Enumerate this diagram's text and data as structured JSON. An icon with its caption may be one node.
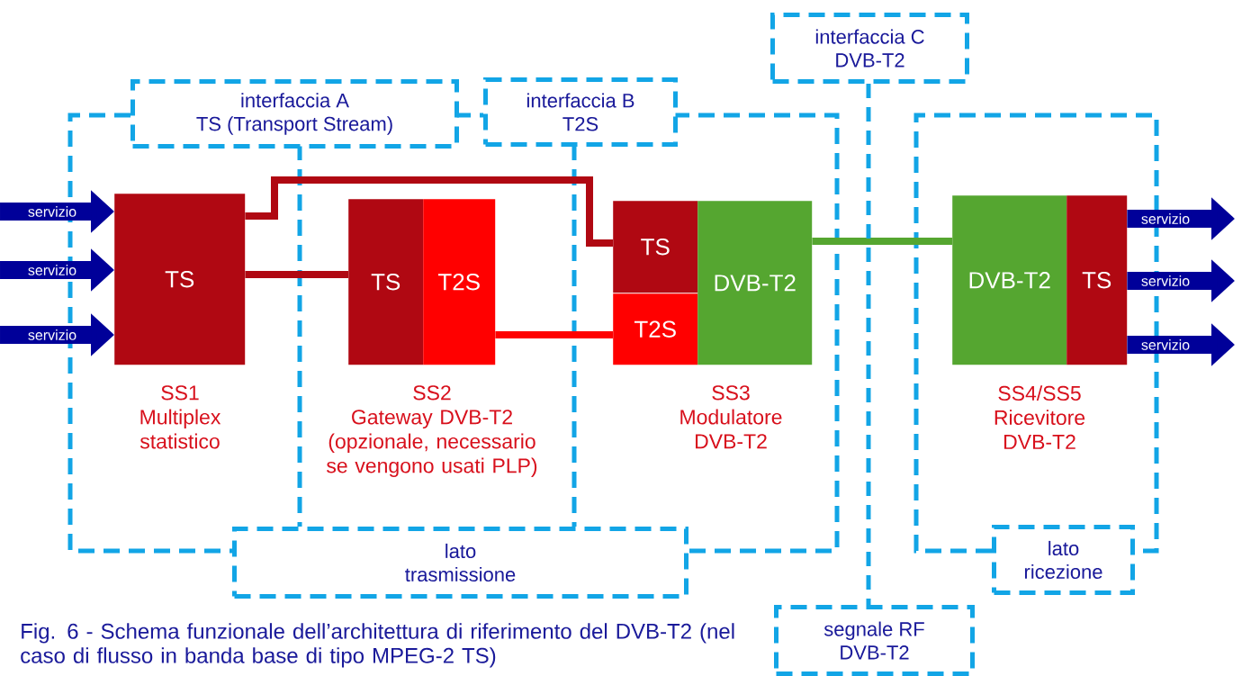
{
  "diagram": {
    "caption": "Fig. 6 - Schema funzionale dell’architettura di riferimento del DVB-T2 (nel caso di flusso in banda base di tipo MPEG-2 TS)",
    "nodes": [
      {
        "text": [
          "interfaccia A",
          "TS (Transport Stream)"
        ]
      },
      {
        "text": [
          "interfaccia B",
          "T2S"
        ]
      },
      {
        "text": [
          "interfaccia C",
          "DVB-T2"
        ]
      },
      {
        "text": [
          "TS"
        ],
        "beside": [
          "SS1",
          "Multiplex statistico"
        ]
      },
      {
        "text": [
          "TS"
        ],
        "beside": [
          "SS2",
          "Gateway DVB-T2",
          "(opzionale, necessario se vengono usati PLP)"
        ]
      },
      {
        "text": [
          "T2S"
        ]
      },
      {
        "text": [
          "TS"
        ],
        "beside": [
          "SS3",
          "Modulatore DVB-T2"
        ]
      },
      {
        "text": [
          "T2S"
        ]
      },
      {
        "text": [
          "DVB-T2"
        ]
      },
      {
        "text": [
          "DVB-T2"
        ],
        "beside": [
          "SS4/SS5",
          "Ricevitore DVB-T2"
        ]
      },
      {
        "text": [
          "TS"
        ]
      },
      {
        "text": [
          "lato",
          "trasmissione"
        ]
      },
      {
        "text": [
          "lato",
          "ricezione"
        ]
      },
      {
        "text": [
          "segnale RF",
          "DVB-T2"
        ]
      }
    ],
    "edges": [
      {
        "from": null,
        "to": 3,
        "arrow": "to",
        "label": "servizio",
        "color": "#000099"
      },
      {
        "from": null,
        "to": 3,
        "arrow": "to",
        "label": "servizio",
        "color": "#000099"
      },
      {
        "from": null,
        "to": 3,
        "arrow": "to",
        "label": "servizio",
        "color": "#000099"
      },
      {
        "from": 3,
        "to": 4,
        "arrow": "none",
        "color": "#b00812"
      },
      {
        "from": 3,
        "to": 6,
        "arrow": "none",
        "color": "#b00812"
      },
      {
        "from": 5,
        "to": 7,
        "arrow": "none",
        "color": "#ff0000"
      },
      {
        "from": 8,
        "to": 9,
        "arrow": "none",
        "color": "#55a630"
      },
      {
        "from": 10,
        "to": null,
        "arrow": "to",
        "label": "servizio",
        "color": "#000099"
      },
      {
        "from": 10,
        "to": null,
        "arrow": "to",
        "label": "servizio",
        "color": "#000099"
      },
      {
        "from": 10,
        "to": null,
        "arrow": "to",
        "label": "servizio",
        "color": "#000099"
      },
      {
        "from": 2,
        "to": 13,
        "arrow": "none",
        "style": "dashed",
        "color": "#12a5e6"
      }
    ]
  }
}
